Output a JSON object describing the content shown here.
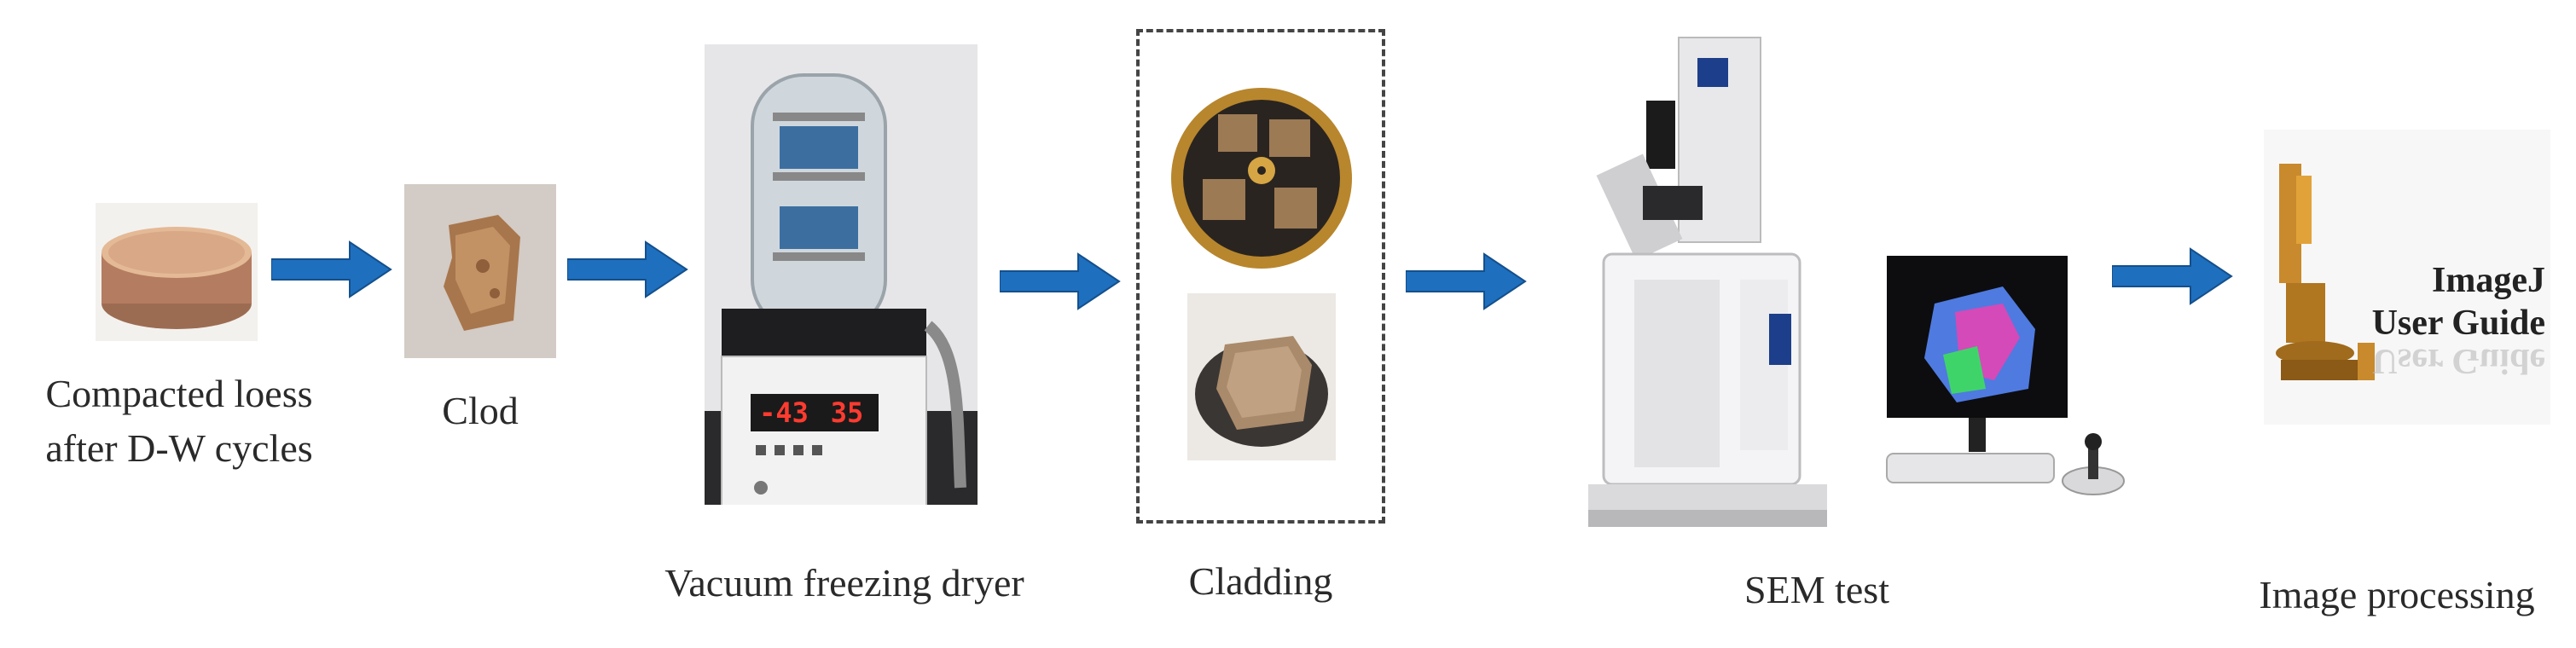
{
  "steps": [
    {
      "label_lines": [
        "Compacted loess",
        "after D-W cycles"
      ]
    },
    {
      "label_lines": [
        "Clod"
      ]
    },
    {
      "label_lines": [
        "Vacuum freezing dryer"
      ]
    },
    {
      "label_lines": [
        "Cladding"
      ]
    },
    {
      "label_lines": [
        "SEM test"
      ]
    },
    {
      "label_lines": [
        "Image processing"
      ]
    }
  ],
  "dryer_display": {
    "left": "-43",
    "right": "35"
  },
  "imagej_book": {
    "line1": "ImageJ",
    "line2": "User Guide"
  },
  "colors": {
    "arrow": "#1f6fbf",
    "arrow_stroke": "#14508c",
    "soil": "#b98a6a",
    "brass": "#b8862d"
  }
}
